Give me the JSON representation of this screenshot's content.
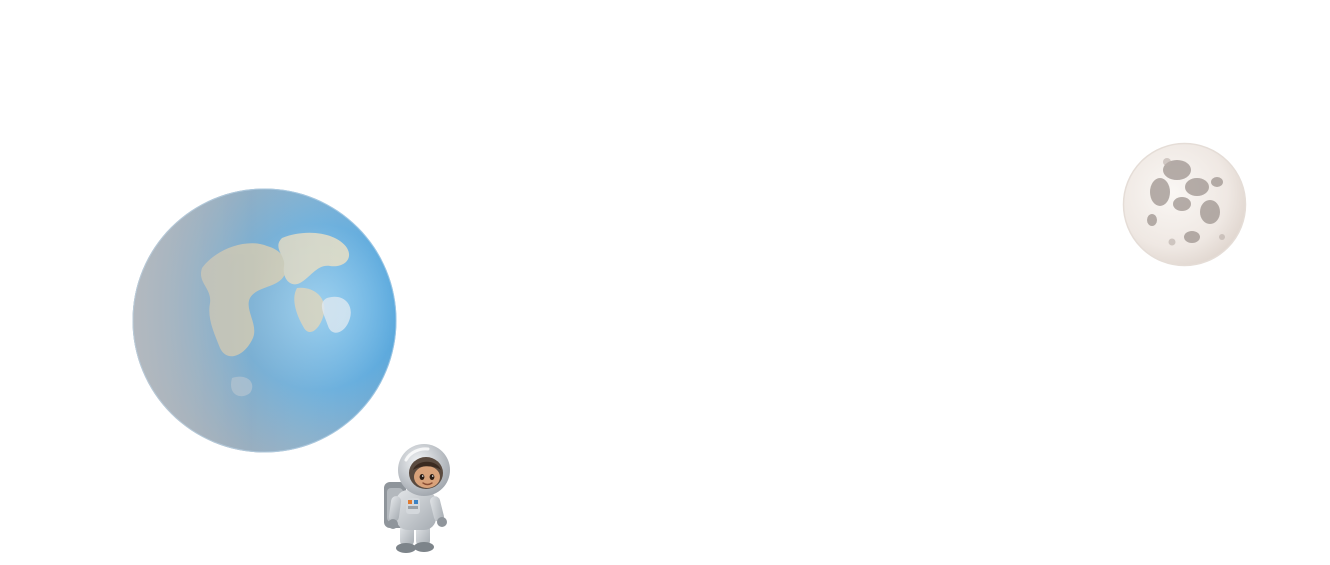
{
  "scene": {
    "background_color": "#ffffff",
    "objects": [
      {
        "id": "earth",
        "icon": "earth-icon",
        "colors": {
          "ocean": "#5aa8dc",
          "land": "#d8cfae",
          "shade": "#9aa7b4"
        }
      },
      {
        "id": "moon",
        "icon": "moon-icon",
        "colors": {
          "surface": "#f1ece8",
          "craters": "#9e948f"
        }
      },
      {
        "id": "astronaut",
        "icon": "astronaut-icon",
        "colors": {
          "suit": "#c9cdd2",
          "visor": "#5a4a3f",
          "face": "#d9a27a",
          "accent": "#e07a2f"
        }
      }
    ]
  }
}
